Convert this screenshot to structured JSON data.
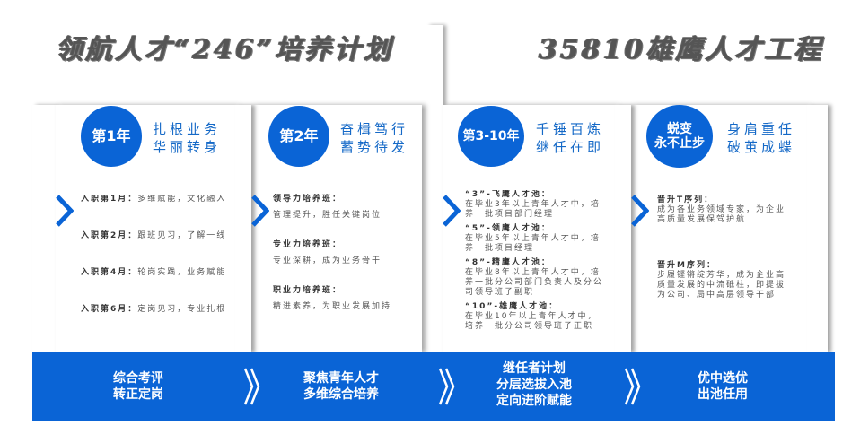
{
  "titles": {
    "left": "领航人才“246”培养计划",
    "right": "35810雄鹰人才工程"
  },
  "colors": {
    "accent": "#0a64d6",
    "headline": "#1569c7",
    "title_gray": "#555555",
    "body_text": "#555555"
  },
  "stages": [
    {
      "badge_lines": [
        "第1年"
      ],
      "headline": [
        "扎根业务",
        "华丽转身"
      ],
      "items": [
        {
          "label": "入职第1月：",
          "text": "多维赋能，文化融入"
        },
        {
          "label": "入职第2月：",
          "text": "跟班见习，了解一线"
        },
        {
          "label": "入职第4月：",
          "text": "轮岗实践，业务赋能"
        },
        {
          "label": "入职第6月：",
          "text": "定岗见习，专业扎根"
        }
      ]
    },
    {
      "badge_lines": [
        "第2年"
      ],
      "headline": [
        "奋楫笃行",
        "蓄势待发"
      ],
      "items": [
        {
          "label": "领导力培养班：",
          "text": "管理提升，胜任关键岗位"
        },
        {
          "label": "专业力培养班：",
          "text": "专业深耕，成为业务骨干"
        },
        {
          "label": "职业力培养班：",
          "text": "精进素养，为职业发展加持"
        }
      ]
    },
    {
      "badge_lines": [
        "第3-10年"
      ],
      "headline": [
        "千锤百炼",
        "继任在即"
      ],
      "items": [
        {
          "label": "“3”-飞鹰人才池：",
          "lines": [
            "在毕业3年以上青年人才中，培",
            "养一批项目部门经理"
          ]
        },
        {
          "label": "“5”-领鹰人才池：",
          "lines": [
            "在毕业5年以上青年人才中，培",
            "养一批项目经理"
          ]
        },
        {
          "label": "“8”-精鹰人才池：",
          "lines": [
            "在毕业8年以上青年人才中，培",
            "养一批分公司部门负责人及分公",
            "司领导班子副职"
          ]
        },
        {
          "label": "“10”-雄鹰人才池：",
          "lines": [
            "在毕业10年以上青年人才中，",
            "培养一批分公司领导班子正职"
          ]
        }
      ]
    },
    {
      "badge_lines": [
        "蜕变",
        "永不止步"
      ],
      "headline": [
        "身肩重任",
        "破茧成蝶"
      ],
      "items": [
        {
          "label": "晋升T序列：",
          "lines": [
            "成为各业务领域专家，为企业",
            "高质量发展保驾护航"
          ]
        },
        {
          "label": "晋升M序列：",
          "lines": [
            "步履铿锵绽芳华，成为企业高",
            "质量发展的中流砥柱，即提拔",
            "为公司、局中高层领导干部"
          ]
        }
      ]
    }
  ],
  "bottom_bar": [
    [
      "综合考评",
      "转正定岗"
    ],
    [
      "聚焦青年人才",
      "多维综合培养"
    ],
    [
      "继任者计划",
      "分层选拔入池",
      "定向进阶赋能"
    ],
    [
      "优中选优",
      "出池任用"
    ]
  ],
  "icons": {
    "panel_arrow": "chevron-right-icon",
    "bar_arrow": "double-chevron-right-icon"
  }
}
